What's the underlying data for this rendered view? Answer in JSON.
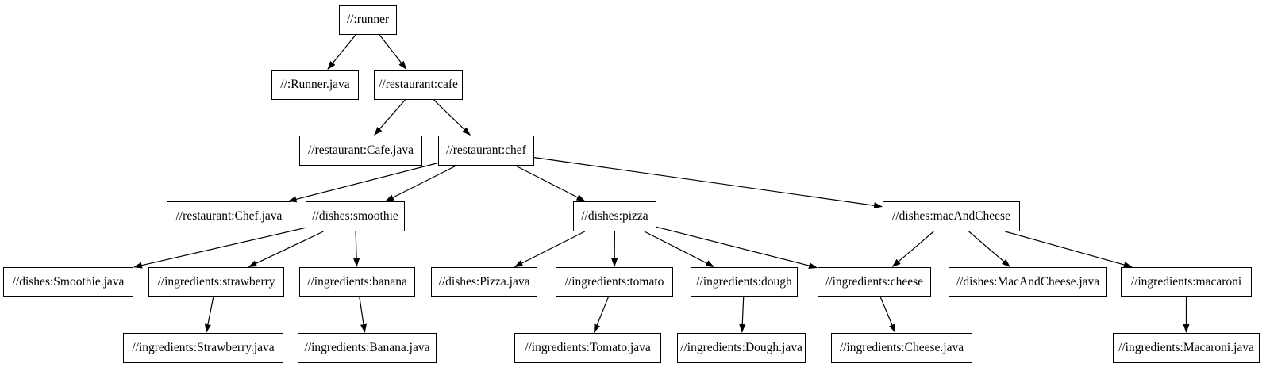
{
  "diagram": {
    "type": "dependency-graph",
    "orientation": "top-down",
    "colors": {
      "background": "#ffffff",
      "node_fill": "#ffffff",
      "node_border": "#000000",
      "edge": "#000000",
      "text": "#000000"
    },
    "nodes": {
      "runner": {
        "label": "//:runner"
      },
      "runner_java": {
        "label": "//:Runner.java"
      },
      "cafe": {
        "label": "//restaurant:cafe"
      },
      "cafe_java": {
        "label": "//restaurant:Cafe.java"
      },
      "chef": {
        "label": "//restaurant:chef"
      },
      "chef_java": {
        "label": "//restaurant:Chef.java"
      },
      "smoothie": {
        "label": "//dishes:smoothie"
      },
      "pizza": {
        "label": "//dishes:pizza"
      },
      "mac_and_cheese": {
        "label": "//dishes:macAndCheese"
      },
      "smoothie_java": {
        "label": "//dishes:Smoothie.java"
      },
      "strawberry": {
        "label": "//ingredients:strawberry"
      },
      "banana": {
        "label": "//ingredients:banana"
      },
      "pizza_java": {
        "label": "//dishes:Pizza.java"
      },
      "tomato": {
        "label": "//ingredients:tomato"
      },
      "dough": {
        "label": "//ingredients:dough"
      },
      "cheese": {
        "label": "//ingredients:cheese"
      },
      "mac_and_cheese_java": {
        "label": "//dishes:MacAndCheese.java"
      },
      "macaroni": {
        "label": "//ingredients:macaroni"
      },
      "strawberry_java": {
        "label": "//ingredients:Strawberry.java"
      },
      "banana_java": {
        "label": "//ingredients:Banana.java"
      },
      "tomato_java": {
        "label": "//ingredients:Tomato.java"
      },
      "dough_java": {
        "label": "//ingredients:Dough.java"
      },
      "cheese_java": {
        "label": "//ingredients:Cheese.java"
      },
      "macaroni_java": {
        "label": "//ingredients:Macaroni.java"
      }
    },
    "edges": [
      {
        "from": "runner",
        "to": "runner_java"
      },
      {
        "from": "runner",
        "to": "cafe"
      },
      {
        "from": "cafe",
        "to": "cafe_java"
      },
      {
        "from": "cafe",
        "to": "chef"
      },
      {
        "from": "chef",
        "to": "chef_java"
      },
      {
        "from": "chef",
        "to": "smoothie"
      },
      {
        "from": "chef",
        "to": "pizza"
      },
      {
        "from": "chef",
        "to": "mac_and_cheese"
      },
      {
        "from": "smoothie",
        "to": "smoothie_java"
      },
      {
        "from": "smoothie",
        "to": "strawberry"
      },
      {
        "from": "smoothie",
        "to": "banana"
      },
      {
        "from": "pizza",
        "to": "pizza_java"
      },
      {
        "from": "pizza",
        "to": "tomato"
      },
      {
        "from": "pizza",
        "to": "dough"
      },
      {
        "from": "pizza",
        "to": "cheese"
      },
      {
        "from": "mac_and_cheese",
        "to": "cheese"
      },
      {
        "from": "mac_and_cheese",
        "to": "mac_and_cheese_java"
      },
      {
        "from": "mac_and_cheese",
        "to": "macaroni"
      },
      {
        "from": "strawberry",
        "to": "strawberry_java"
      },
      {
        "from": "banana",
        "to": "banana_java"
      },
      {
        "from": "tomato",
        "to": "tomato_java"
      },
      {
        "from": "dough",
        "to": "dough_java"
      },
      {
        "from": "cheese",
        "to": "cheese_java"
      },
      {
        "from": "macaroni",
        "to": "macaroni_java"
      }
    ]
  }
}
